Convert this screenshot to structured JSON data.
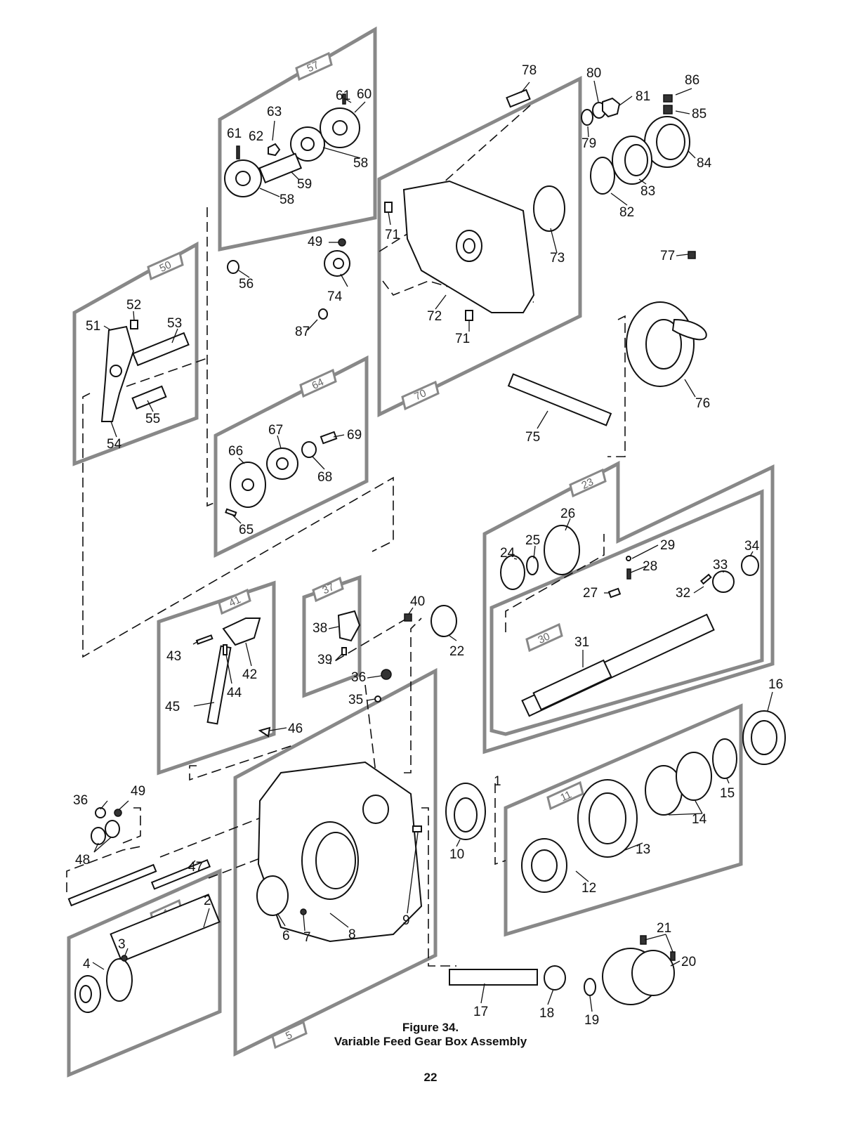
{
  "caption": {
    "figure_number": "Figure 34.",
    "title": "Variable Feed Gear Box Assembly",
    "page_number": "22"
  },
  "groups": [
    "57",
    "50",
    "70",
    "64",
    "23",
    "30",
    "41",
    "37",
    "11",
    "1",
    "5"
  ],
  "parts": [
    "1",
    "2",
    "3",
    "4",
    "5",
    "6",
    "7",
    "8",
    "9",
    "10",
    "11",
    "12",
    "13",
    "14",
    "15",
    "16",
    "17",
    "18",
    "19",
    "20",
    "21",
    "22",
    "23",
    "24",
    "25",
    "26",
    "27",
    "28",
    "29",
    "30",
    "31",
    "32",
    "33",
    "34",
    "35",
    "36",
    "37",
    "38",
    "39",
    "40",
    "41",
    "42",
    "43",
    "44",
    "45",
    "46",
    "47",
    "48",
    "49",
    "50",
    "51",
    "52",
    "53",
    "54",
    "55",
    "56",
    "57",
    "58",
    "59",
    "60",
    "61",
    "62",
    "63",
    "64",
    "65",
    "66",
    "67",
    "68",
    "69",
    "70",
    "71",
    "72",
    "73",
    "74",
    "75",
    "76",
    "77",
    "78",
    "79",
    "80",
    "81",
    "82",
    "83",
    "84",
    "85",
    "86",
    "87"
  ],
  "labels": {
    "l78": "78",
    "l80": "80",
    "l81": "81",
    "l86": "86",
    "l85": "85",
    "l79": "79",
    "l84": "84",
    "l83": "83",
    "l82": "82",
    "l57": "57",
    "l61a": "61",
    "l60": "60",
    "l63": "63",
    "l61b": "61",
    "l62": "62",
    "l58a": "58",
    "l59": "59",
    "l58b": "58",
    "l71a": "71",
    "l73": "73",
    "l49a": "49",
    "l74": "74",
    "l72": "72",
    "l87": "87",
    "l71b": "71",
    "l77": "77",
    "l76": "76",
    "l50": "50",
    "l56": "56",
    "l52": "52",
    "l51": "51",
    "l53": "53",
    "l55": "55",
    "l54": "54",
    "l64": "64",
    "l67": "67",
    "l69": "69",
    "l66": "66",
    "l68": "68",
    "l65": "65",
    "l70": "70",
    "l75": "75",
    "l23": "23",
    "l26": "26",
    "l25": "25",
    "l24": "24",
    "l29": "29",
    "l34": "34",
    "l28": "28",
    "l33": "33",
    "l27": "27",
    "l32": "32",
    "l30": "30",
    "l31": "31",
    "l22": "22",
    "l40": "40",
    "l41": "41",
    "l43": "43",
    "l42": "42",
    "l44": "44",
    "l45": "45",
    "l46": "46",
    "l37": "37",
    "l38": "38",
    "l39": "39",
    "l36a": "36",
    "l35": "35",
    "l16": "16",
    "l15": "15",
    "l14": "14",
    "l11": "11",
    "l13": "13",
    "l12": "12",
    "l10": "10",
    "l1b": "1",
    "l36b": "36",
    "l49b": "49",
    "l48": "48",
    "l47": "47",
    "l1": "1",
    "l2": "2",
    "l3": "3",
    "l4": "4",
    "l6": "6",
    "l7": "7",
    "l8": "8",
    "l9": "9",
    "l5": "5",
    "l17": "17",
    "l18": "18",
    "l19": "19",
    "l20": "20",
    "l21": "21"
  }
}
